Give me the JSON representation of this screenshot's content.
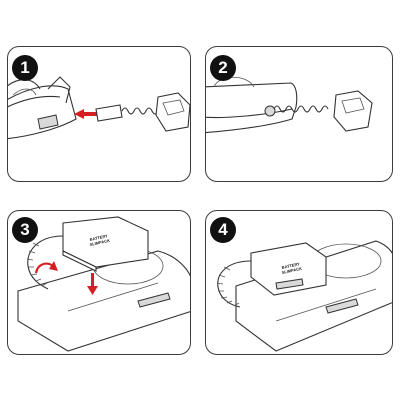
{
  "steps": [
    {
      "number": "1"
    },
    {
      "number": "2"
    },
    {
      "number": "3"
    },
    {
      "number": "4"
    }
  ],
  "device_label": {
    "line1": "BATTERY",
    "line2": "SLIMPACK"
  },
  "colors": {
    "border": "#3c3c3c",
    "badge": "#111111",
    "arrow": "#d42020",
    "line": "#333333"
  },
  "icons": [
    "number-badge",
    "red-arrow",
    "coiled-cable",
    "battery-pack"
  ]
}
